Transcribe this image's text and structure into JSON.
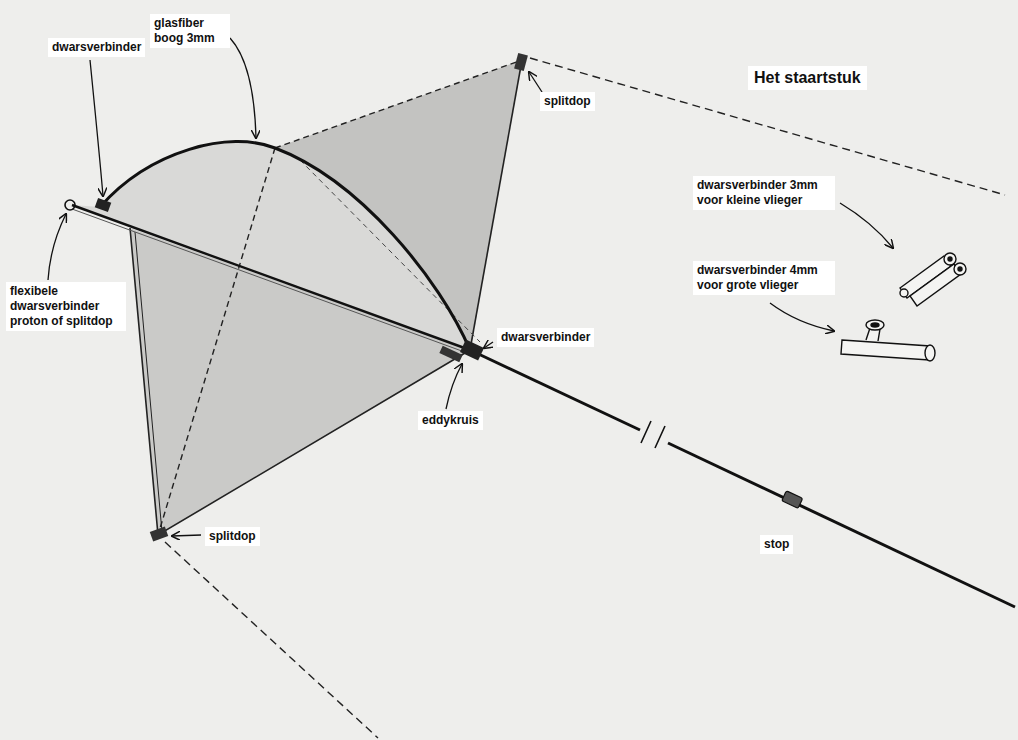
{
  "diagram": {
    "title": "Het staartstuk",
    "labels": [
      "dwarsverbinder",
      "glasfiber boog 3mm",
      "splitdop",
      "dwarsverbinder 3mm voor kleine vlieger",
      "dwarsverbinder 4mm voor grote vlieger",
      "flexibele dwarsverbinder proton of splitdop",
      "dwarsverbinder",
      "eddykruis",
      "splitdop",
      "stop"
    ]
  }
}
